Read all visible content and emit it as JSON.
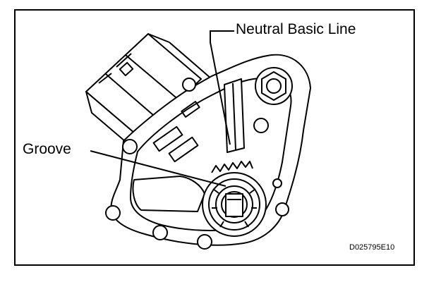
{
  "labels": {
    "neutral_basic_line": "Neutral Basic Line",
    "groove": "Groove",
    "figure_code": "D025795E10"
  },
  "colors": {
    "ink": "#000000",
    "paper": "#ffffff",
    "shade": "#bdbdbd"
  }
}
